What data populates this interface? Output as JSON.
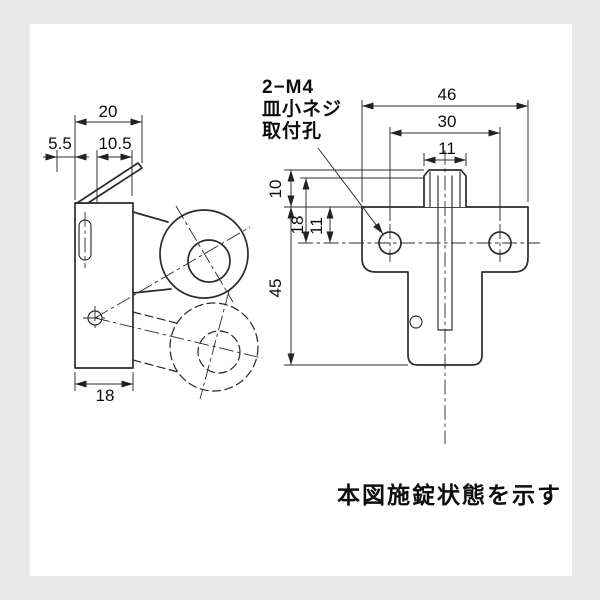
{
  "colors": {
    "page_bg": "#e8e8e8",
    "canvas_bg": "#ffffff",
    "line": "#2b2b2b",
    "text": "#0d0d0d"
  },
  "caption": "本図施錠状態を示す",
  "annotation": {
    "line1": "2−M4",
    "line2": "皿小ネジ",
    "line3": "取付孔"
  },
  "side_view": {
    "dim_top_width": "20",
    "dim_offset_left": "5.5",
    "dim_offset_mid": "10.5",
    "dim_bottom_width": "18"
  },
  "front_view": {
    "dim_total_width": "46",
    "dim_hole_pitch": "30",
    "dim_knob_width": "11",
    "dim_top_height": "10",
    "dim_upper_height": "18",
    "dim_inner_height": "11",
    "dim_total_height": "45"
  }
}
